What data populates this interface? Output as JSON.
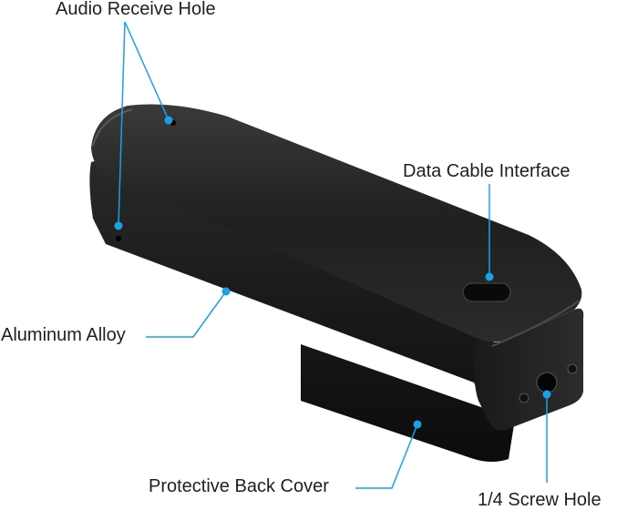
{
  "labels": {
    "audio_receive_hole": "Audio Receive Hole",
    "data_cable_interface": "Data Cable Interface",
    "aluminum_alloy": "Aluminum Alloy",
    "protective_back_cover": "Protective Back Cover",
    "screw_hole": "1/4 Screw Hole"
  },
  "colors": {
    "leader_line": "#1aa0e6",
    "device_body": "#1b1b1b",
    "label_text": "#1f1f1f"
  }
}
